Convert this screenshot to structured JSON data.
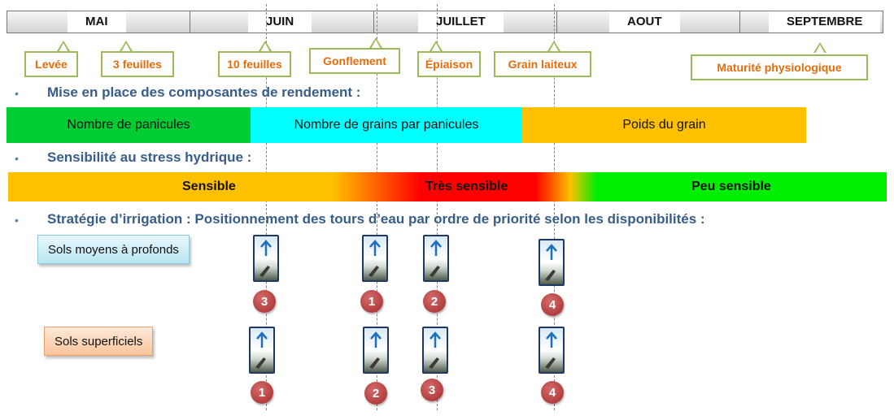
{
  "months": [
    "MAI",
    "JUIN",
    "JUILLET",
    "AOUT",
    "SEPTEMBRE"
  ],
  "stages": [
    "Levée",
    "3 feuilles",
    "10 feuilles",
    "Gonflement",
    "Épiaison",
    "Grain laiteux",
    "Maturité physiologique"
  ],
  "sections": {
    "yield_components": "Mise en place des composantes de rendement :",
    "water_stress": "Sensibilité au stress hydrique :",
    "irrigation": "Stratégie d’irrigation : Positionnement des tours d’eau par ordre de priorité selon les disponibilités :"
  },
  "yield_bands": [
    {
      "label": "Nombre de panicules",
      "color": "#00cc33"
    },
    {
      "label": "Nombre de grains par panicules",
      "color": "#00ffff"
    },
    {
      "label": "Poids  du grain",
      "color": "#ffc000"
    }
  ],
  "stress_levels": [
    "Sensible",
    "Très sensible",
    "Peu sensible"
  ],
  "stress_colors": {
    "sensible": "#ffc000",
    "tres_sensible": "#ff0000",
    "peu_sensible": "#00ee00"
  },
  "soils": [
    {
      "label": "Sols moyens à profonds",
      "priorities": [
        "3",
        "1",
        "2",
        "4"
      ]
    },
    {
      "label": "Sols superficiels",
      "priorities": [
        "1",
        "2",
        "3",
        "4"
      ]
    }
  ],
  "icons": {
    "irrigation": "irrigation-gun-icon",
    "arrow": "up-arrow-icon"
  },
  "colors": {
    "stage_border": "#9bbb59",
    "stage_text": "#e46c0a",
    "heading": "#385d8a",
    "badge": "#a32c2c"
  }
}
